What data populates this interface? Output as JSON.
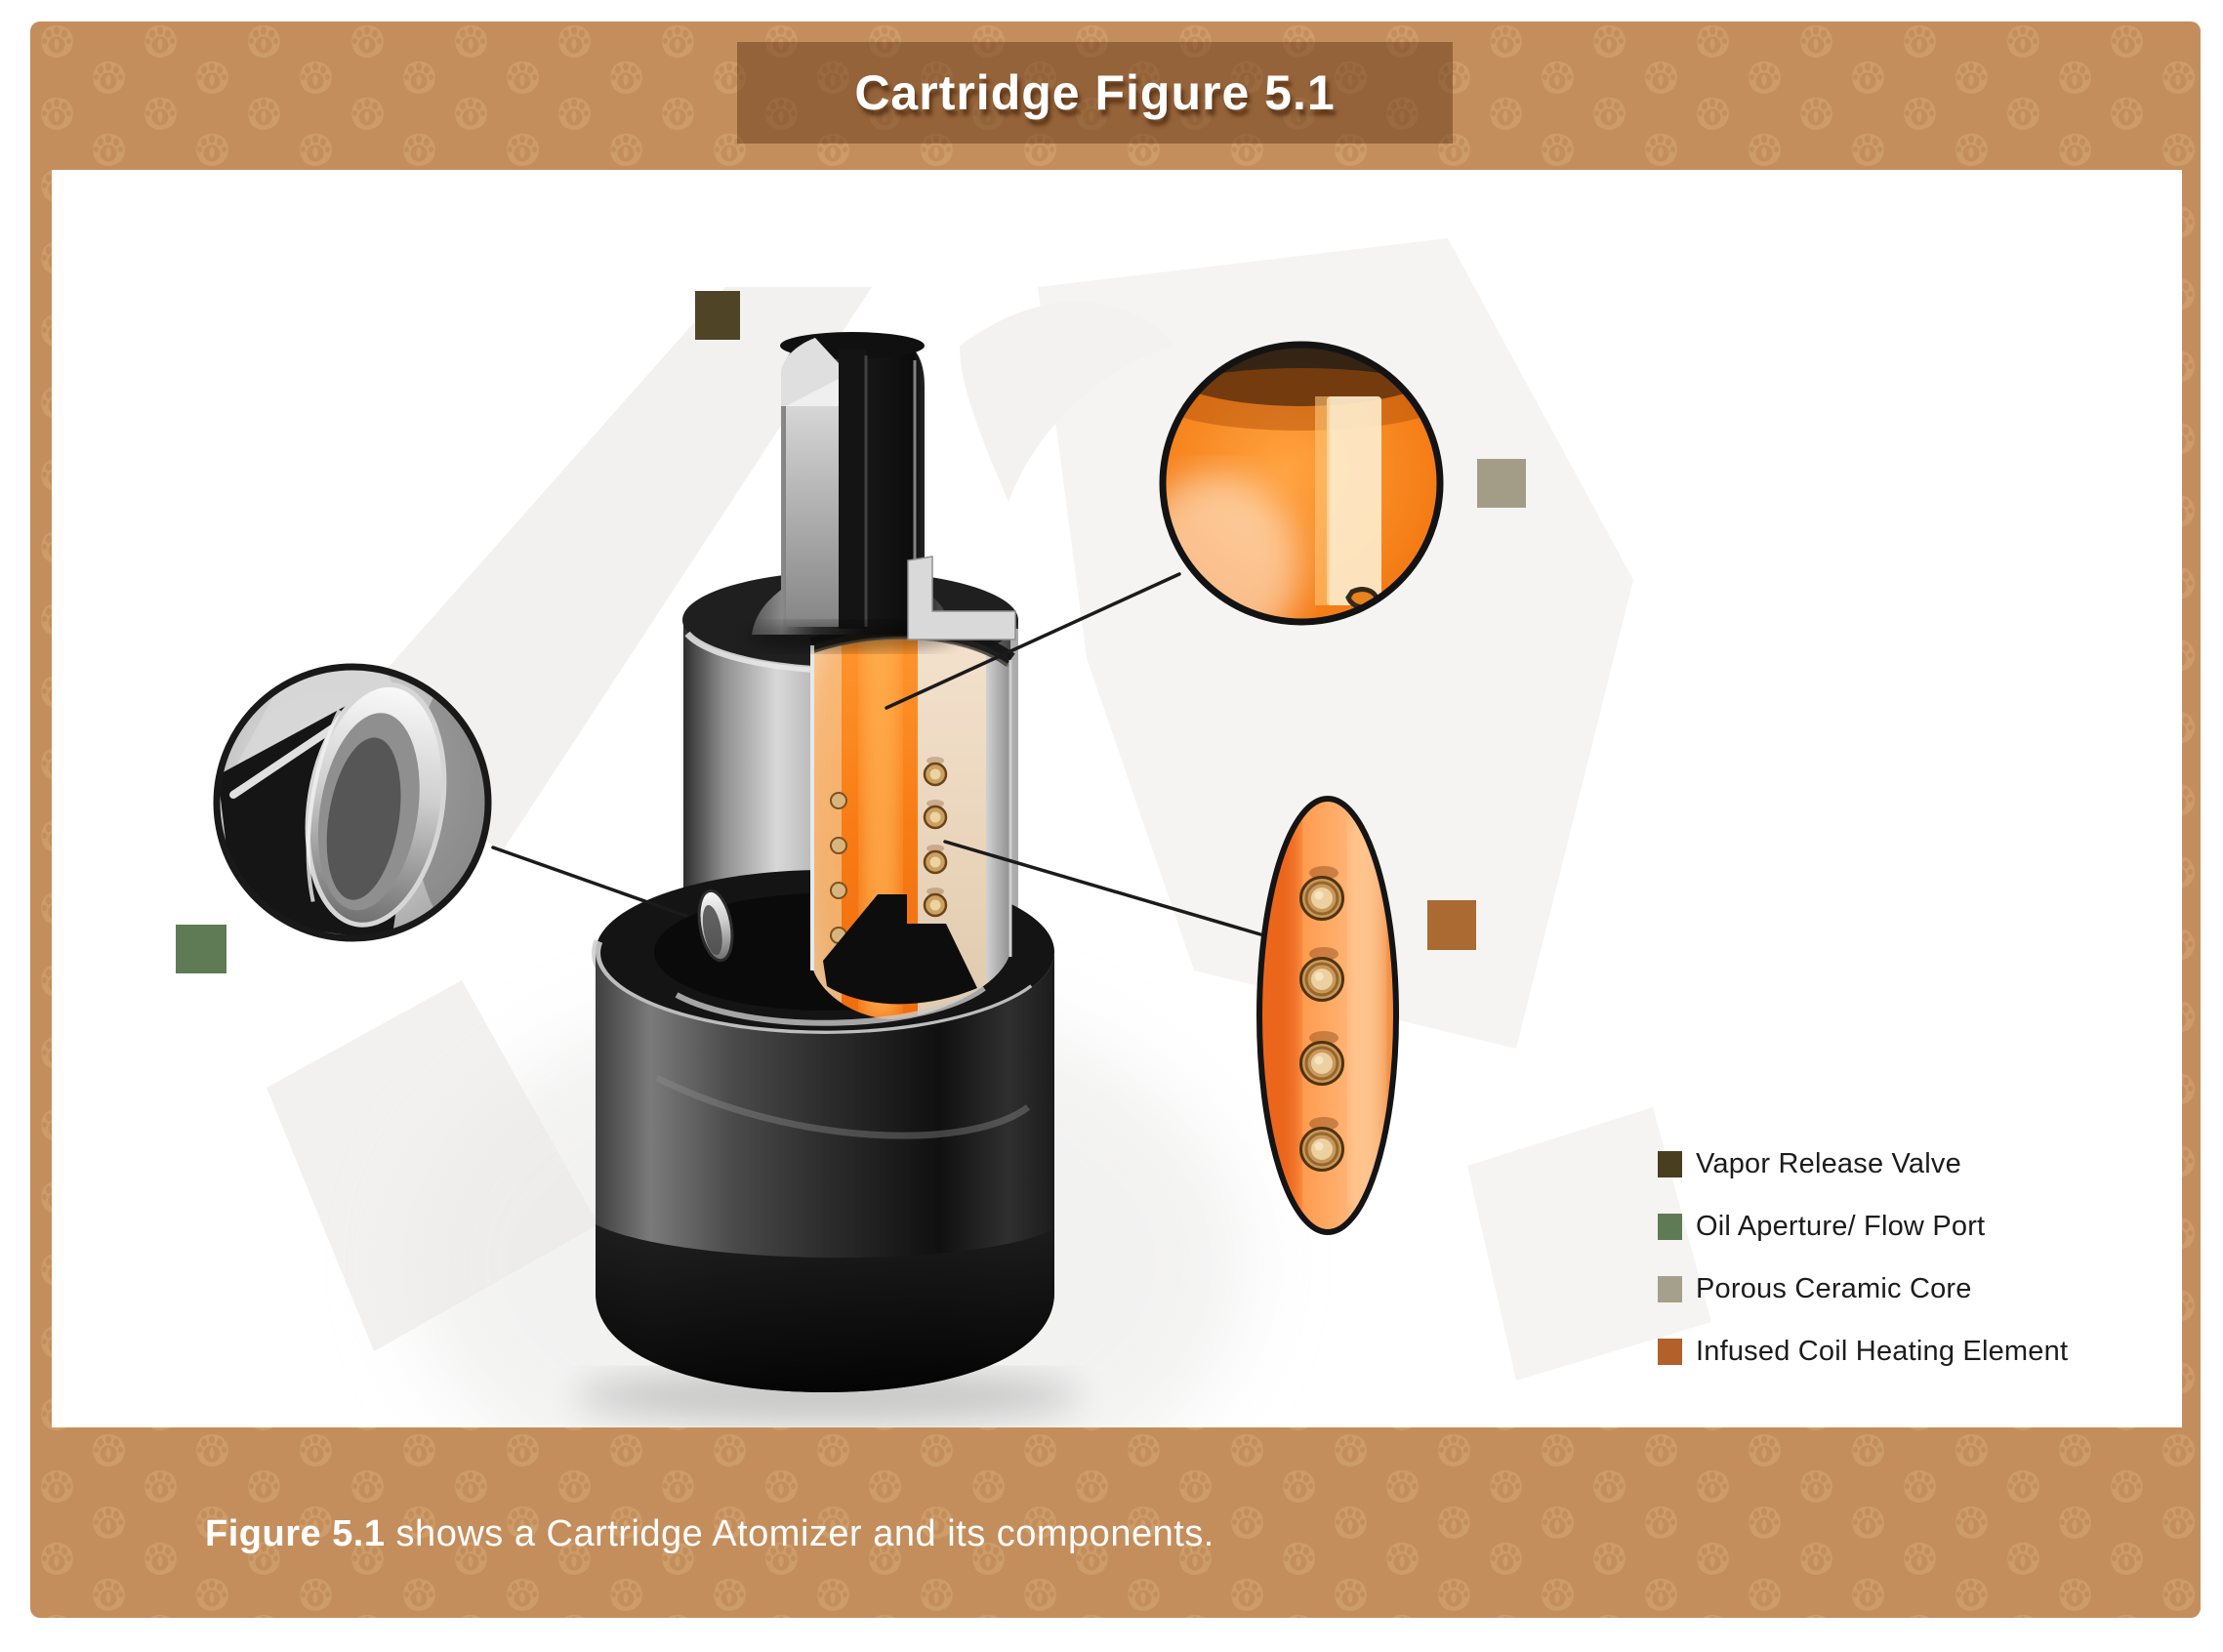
{
  "banner": {
    "title": "Cartridge Figure 5.1"
  },
  "caption": {
    "lead": "Figure 5.1",
    "rest": " shows a Cartridge Atomizer and its components."
  },
  "colors": {
    "frame_brown": "#c48e5c",
    "banner_brown": "#8f5c34",
    "panel_white": "#ffffff",
    "orange_accent": "#f57d16",
    "caption_text": "#ffffff",
    "legend_text": "#1c1c1c"
  },
  "legend": {
    "items": [
      {
        "label": "Vapor Release Valve",
        "color": "#4a3e21"
      },
      {
        "label": "Oil Aperture/ Flow Port",
        "color": "#5e7b55"
      },
      {
        "label": "Porous Ceramic Core",
        "color": "#a5a08c"
      },
      {
        "label": "Infused Coil Heating Element",
        "color": "#b2612b"
      }
    ]
  },
  "figure": {
    "description": "Cutaway 3D illustration of a cartridge atomizer showing mouthpiece tube, metal body, glowing heating core, ceramic walls and base, with three magnified inset views.",
    "markers": {
      "vapor_release_valve": {
        "color": "#4f4526"
      },
      "porous_ceramic_core": {
        "color": "#a39d88"
      },
      "oil_aperture_flow_port": {
        "color": "#5e7b55"
      },
      "infused_coil_heating_element": {
        "color": "#aa6a31"
      }
    },
    "insets": {
      "oil_aperture_closeup": "magnified oil aperture port",
      "vapor_path_closeup": "magnified vapor path above heating core",
      "heating_coil_closeup": "magnified infused coil with four ports"
    }
  }
}
